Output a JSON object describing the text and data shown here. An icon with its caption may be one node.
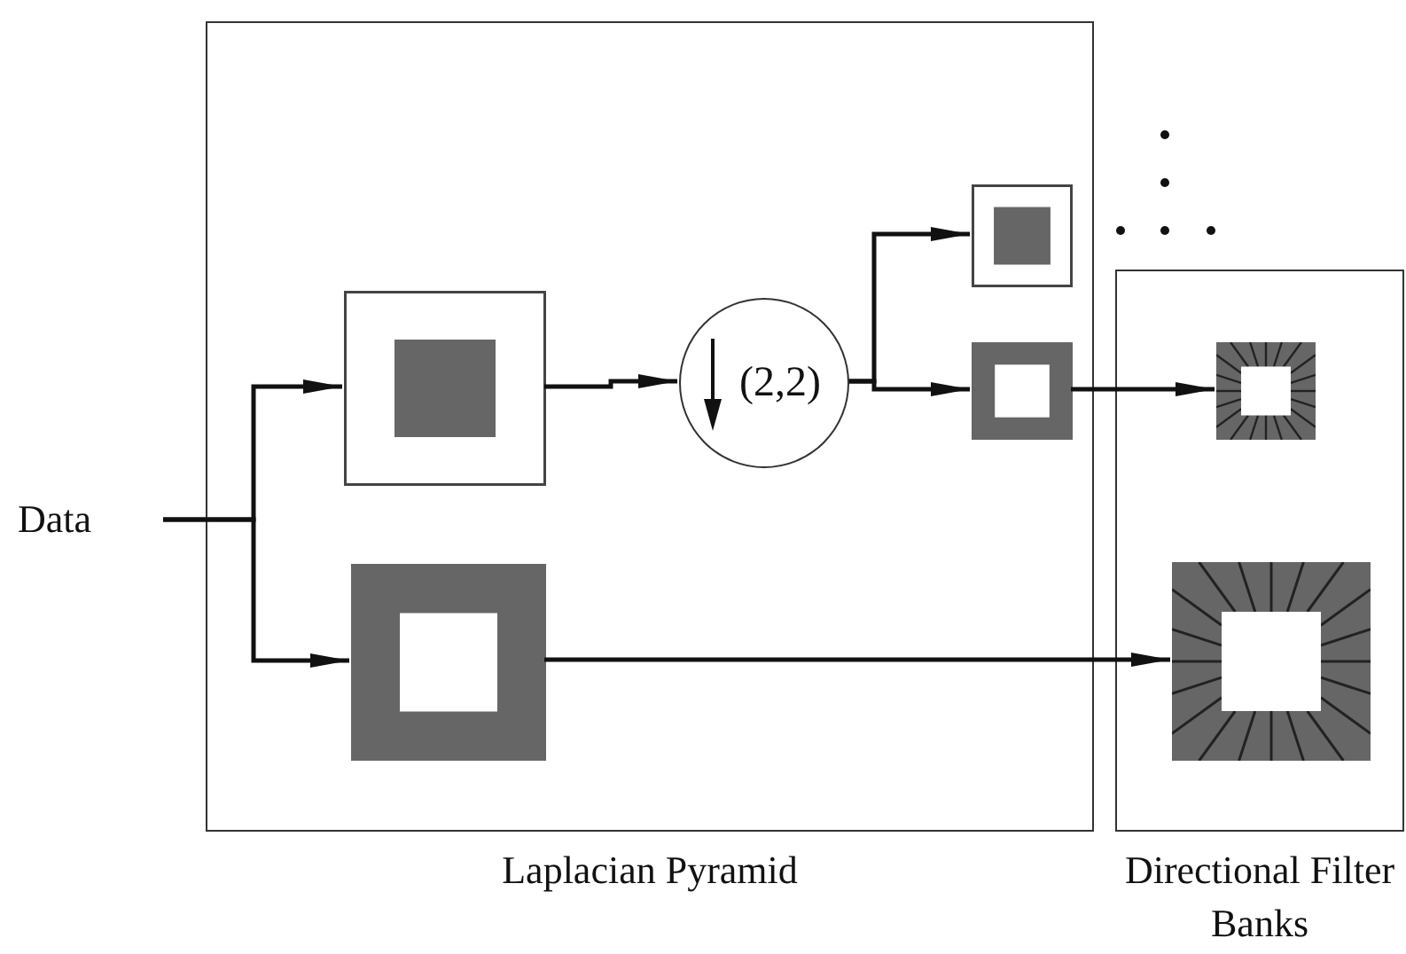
{
  "diagram": {
    "nodes": [
      {
        "text": [
          "Laplacian Pyramid"
        ]
      },
      {
        "text": [
          "Directional Filter Banks"
        ]
      },
      {
        "text": [
          "Data"
        ]
      },
      {
        "text": [],
        "shape": "box",
        "in": 0
      },
      {
        "text": [],
        "shape": "box",
        "in": 0
      },
      {
        "text": [
          "(2,2)"
        ],
        "in": 0
      },
      {
        "text": [],
        "shape": "box",
        "in": 0
      },
      {
        "text": [],
        "shape": "box",
        "in": 0
      },
      {
        "text": [],
        "shape": "box",
        "in": 1
      },
      {
        "text": [],
        "shape": "box",
        "in": 1
      }
    ],
    "edges": [
      {
        "from": 2,
        "to": 3,
        "arrow": "to"
      },
      {
        "from": 2,
        "to": 4,
        "arrow": "to"
      },
      {
        "from": 3,
        "to": 5,
        "arrow": "to"
      },
      {
        "from": 5,
        "to": 6,
        "arrow": "to"
      },
      {
        "from": 5,
        "to": 7,
        "arrow": "to"
      },
      {
        "from": 7,
        "to": 8,
        "arrow": "to"
      },
      {
        "from": 4,
        "to": 9,
        "arrow": "to"
      }
    ]
  }
}
